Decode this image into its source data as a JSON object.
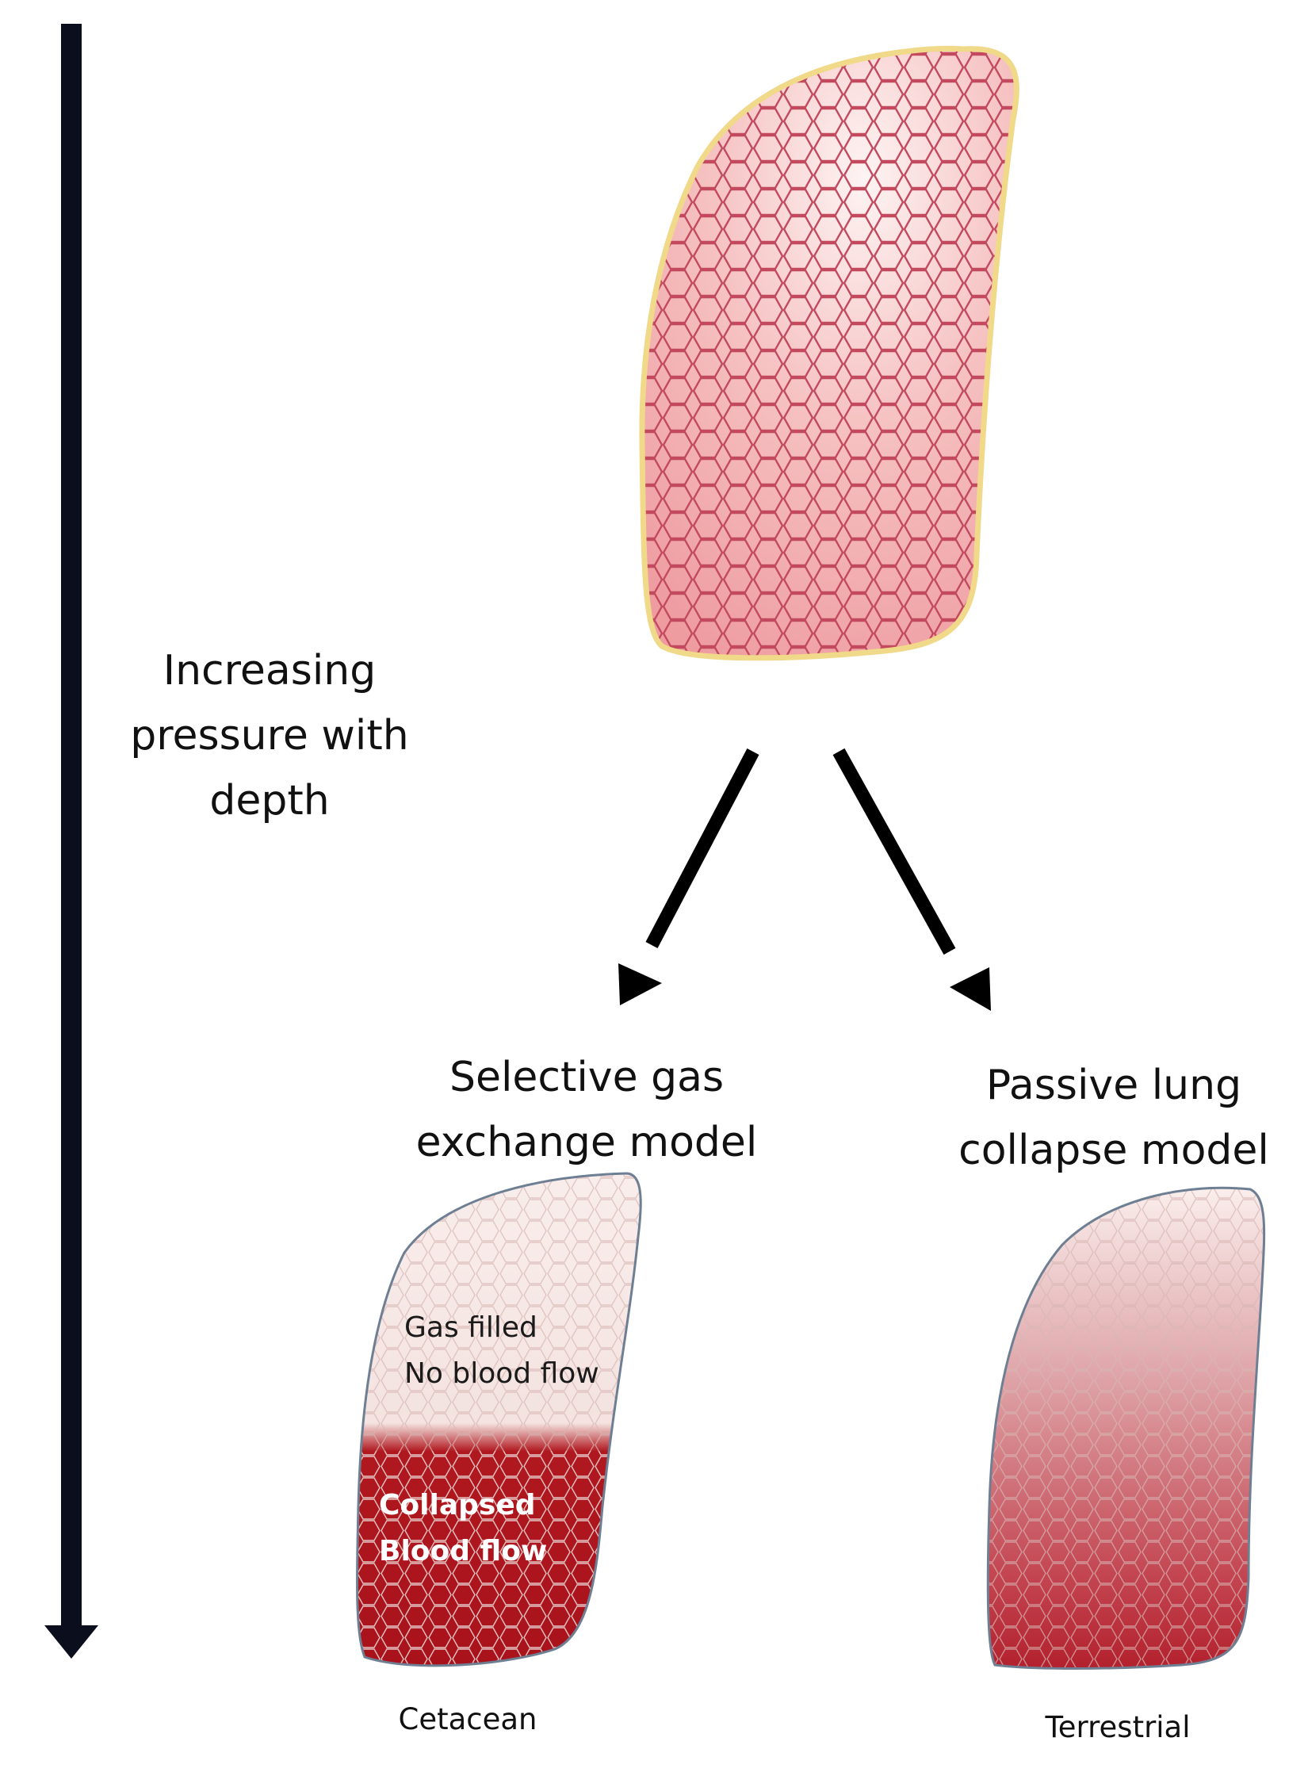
{
  "depth_axis": {
    "label_line1": "Increasing",
    "label_line2": "pressure with",
    "label_line3": "depth"
  },
  "models": {
    "selective": {
      "title_line1": "Selective gas",
      "title_line2": "exchange model",
      "upper_line1": "Gas filled",
      "upper_line2": "No blood flow",
      "lower_line1": "Collapsed",
      "lower_line2": "Blood flow",
      "caption": "Cetacean"
    },
    "passive": {
      "title_line1": "Passive lung",
      "title_line2": "collapse model",
      "caption": "Terrestrial"
    }
  },
  "colors": {
    "arrow": "#000000",
    "depth_arrow": "#0b0f1d",
    "lung_outline": "#f1d98a",
    "cell_edge": "#c34a5e",
    "light_tissue": "#f7e9e6",
    "collapsed_tissue": "#b0181f"
  }
}
